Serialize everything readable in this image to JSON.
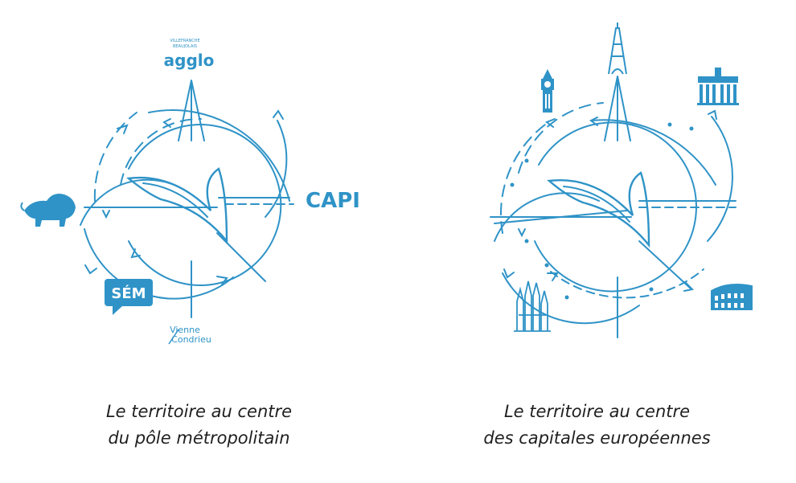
{
  "left_panel": {
    "caption_line1": "Le territoire au centre",
    "caption_line2": "du pôle métropolitain",
    "nodes": {
      "agglo_top_small_1": "VILLEFRANCHE",
      "agglo_top_small_2": "BEAUJOLAIS",
      "agglo_word": "agglo",
      "capi": "CAPI",
      "sem": "SÉM",
      "vienne": "Vienne",
      "condrieu": "Condrieu"
    }
  },
  "right_panel": {
    "caption_line1": "Le territoire au centre",
    "caption_line2": "des capitales européennes",
    "landmarks": [
      "eiffel-tower-icon",
      "big-ben-icon",
      "brandenburg-gate-icon",
      "colosseum-icon",
      "sagrada-familia-icon"
    ]
  },
  "colors": {
    "accent": "#2f93c7",
    "text": "#1f1f1f"
  }
}
